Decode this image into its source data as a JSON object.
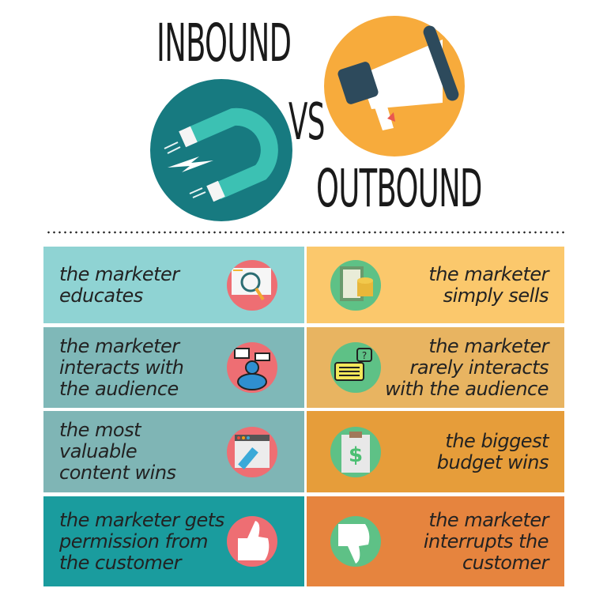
{
  "header": {
    "title_left": "INBOUND",
    "title_vs": "VS",
    "title_right": "OUTBOUND",
    "left_icon": "magnet-icon",
    "right_icon": "megaphone-icon"
  },
  "colors": {
    "inbound_circle": "#177a80",
    "outbound_circle": "#f7ab3c",
    "left_row_colors": [
      "#8fd3d3",
      "#7fb8b8",
      "#7fb5b5",
      "#1a9c9e"
    ],
    "right_row_colors": [
      "#fbc86c",
      "#e8b461",
      "#e69d3a",
      "#e6843e"
    ],
    "left_icon_bg": "#ee6e73",
    "right_icon_bg": "#5ec186"
  },
  "inbound": [
    {
      "text": "the marketer\neducates",
      "icon": "book-magnifier-icon"
    },
    {
      "text": "the marketer\ninteracts with\nthe audience",
      "icon": "audience-chat-icon"
    },
    {
      "text": "the most\nvaluable\ncontent wins",
      "icon": "content-edit-icon"
    },
    {
      "text": "the marketer gets\npermission from\nthe customer",
      "icon": "thumbs-up-icon"
    }
  ],
  "outbound": [
    {
      "text": "the marketer\nsimply sells",
      "icon": "money-coins-icon"
    },
    {
      "text": "the marketer\nrarely interacts\nwith the audience",
      "icon": "question-chat-icon"
    },
    {
      "text": "the biggest\nbudget wins",
      "icon": "budget-clipboard-icon"
    },
    {
      "text": "the marketer\ninterrupts the\ncustomer",
      "icon": "thumbs-down-icon"
    }
  ]
}
